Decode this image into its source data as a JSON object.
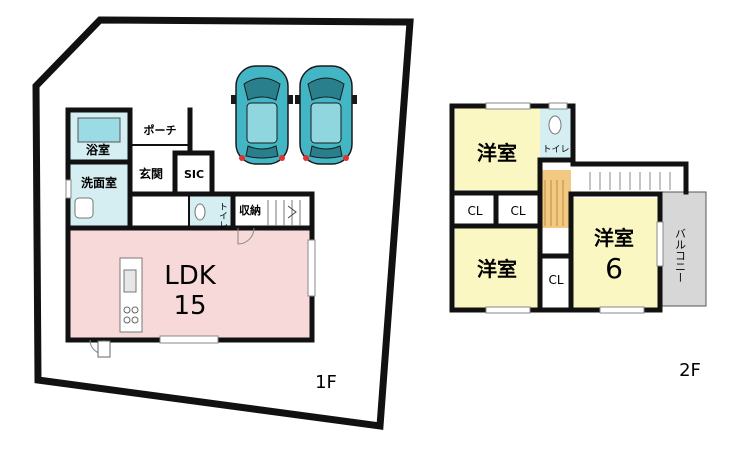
{
  "floor1": {
    "level_label": "1F",
    "rooms": {
      "bath": "浴室",
      "washroom": "洗面室",
      "porch": "ポーチ",
      "entrance": "玄関",
      "sic": "SIC",
      "toilet": "トイレ",
      "storage": "収納",
      "ldk_name": "LDK",
      "ldk_size": "15"
    }
  },
  "floor2": {
    "level_label": "2F",
    "rooms": {
      "western_top": "洋室",
      "western_bottom": "洋室",
      "western_right": "洋室",
      "western_right_size": "6",
      "closet_left": "CL",
      "closet_middle": "CL",
      "closet_lower": "CL",
      "toilet": "トイレ",
      "balcony": "バルコニー"
    }
  },
  "colors": {
    "ldk_fill": "#f8d9da",
    "wet_area_fill": "#d4eef2",
    "bedroom_fill": "#fbf7c2",
    "stair_fill": "#f2c983",
    "balcony_fill": "#d7d7d7",
    "car_fill": "#43b6c6",
    "wall": "#111111"
  }
}
